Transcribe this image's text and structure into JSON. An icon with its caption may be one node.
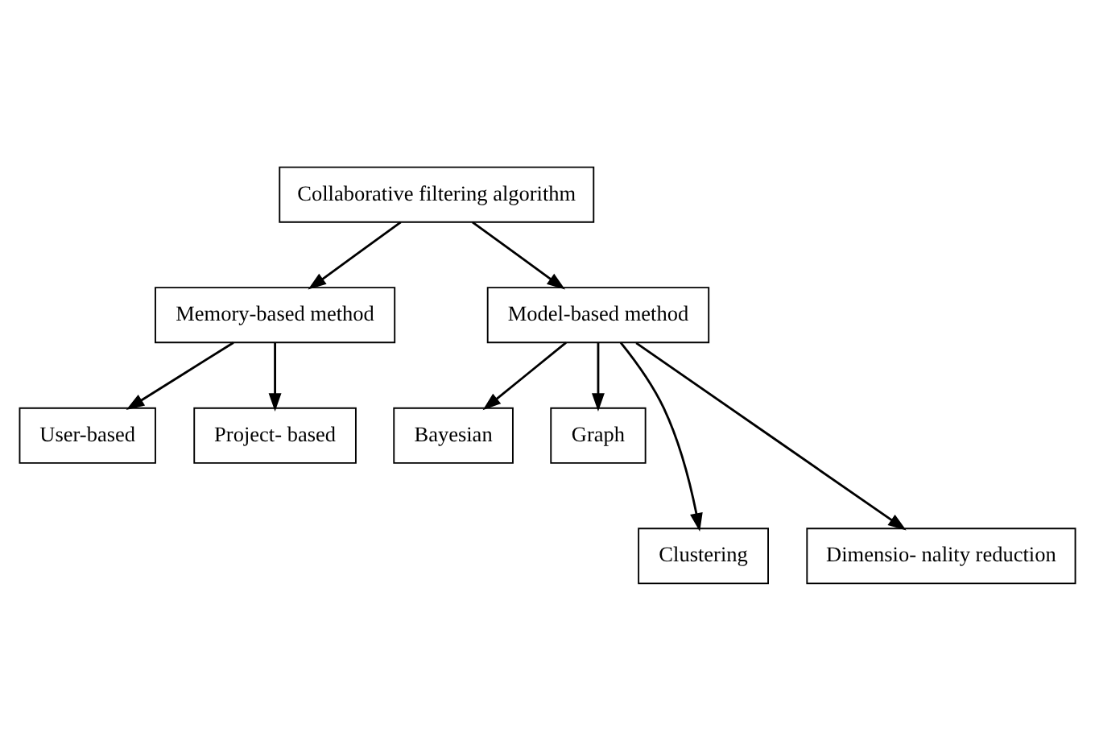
{
  "diagram": {
    "nodes": [
      {
        "text": [
          "Collaborative filtering algorithm"
        ]
      },
      {
        "text": [
          "Memory-based method"
        ]
      },
      {
        "text": [
          "Model-based method"
        ]
      },
      {
        "text": [
          "User-based"
        ]
      },
      {
        "text": [
          "Project- based"
        ]
      },
      {
        "text": [
          "Bayesian"
        ]
      },
      {
        "text": [
          "Graph"
        ]
      },
      {
        "text": [
          "Clustering"
        ]
      },
      {
        "text": [
          "Dimensio- nality reduction"
        ]
      }
    ],
    "edges": [
      {
        "from": 0,
        "to": 1,
        "arrow": "to"
      },
      {
        "from": 0,
        "to": 2,
        "arrow": "to"
      },
      {
        "from": 1,
        "to": 3,
        "arrow": "to"
      },
      {
        "from": 1,
        "to": 4,
        "arrow": "to"
      },
      {
        "from": 2,
        "to": 5,
        "arrow": "to"
      },
      {
        "from": 2,
        "to": 7,
        "arrow": "to"
      },
      {
        "from": 2,
        "to": 8,
        "arrow": "to"
      },
      {
        "from": 2,
        "to": 6,
        "arrow": "to"
      }
    ]
  }
}
